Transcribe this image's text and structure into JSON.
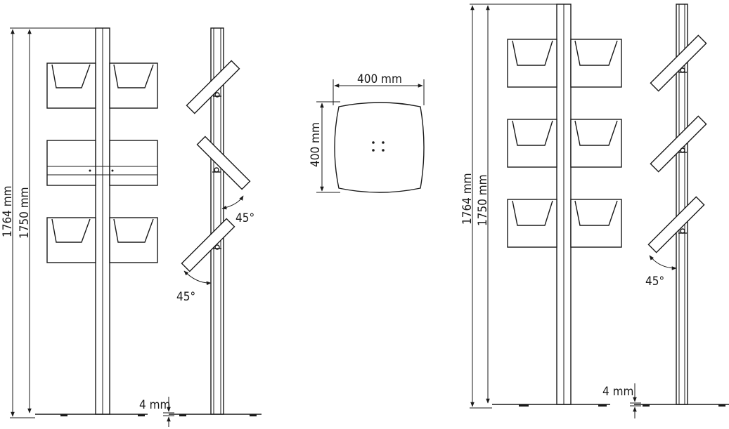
{
  "left_stand": {
    "height_total": "1764 mm",
    "height_column": "1750 mm",
    "base_thickness": "4 mm",
    "angle_upper": "45°",
    "angle_lower": "45°"
  },
  "base_plate": {
    "width": "400 mm",
    "depth": "400 mm"
  },
  "right_stand": {
    "height_total": "1764 mm",
    "height_column": "1750 mm",
    "base_thickness": "4 mm",
    "angle": "45°"
  }
}
